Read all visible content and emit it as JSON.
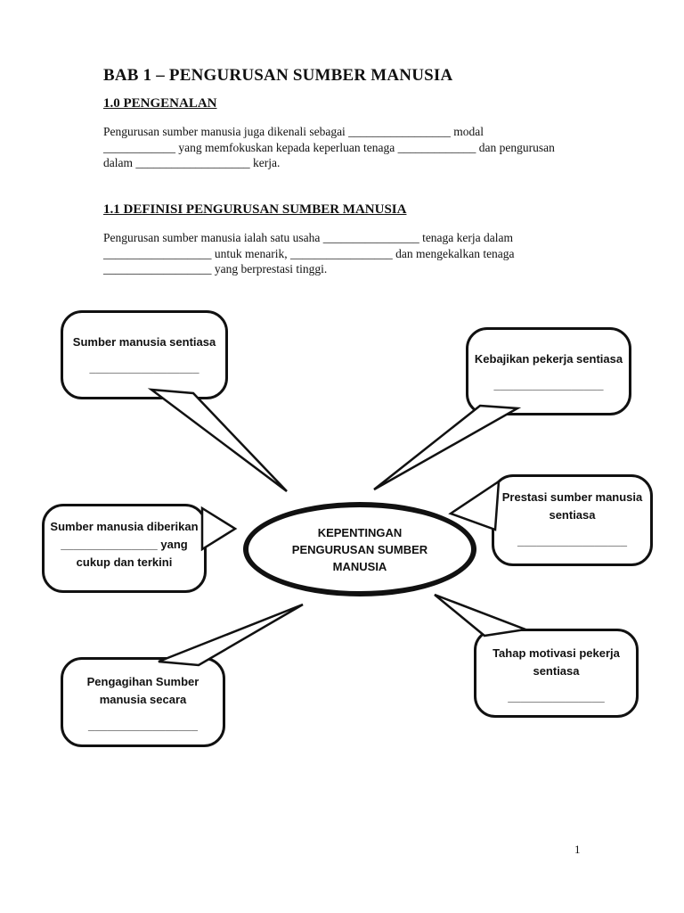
{
  "doc": {
    "title": "BAB 1 – PENGURUSAN SUMBER MANUSIA",
    "page_number": "1"
  },
  "sections": [
    {
      "heading": "1.0 PENGENALAN",
      "lines": [
        "Pengurusan sumber manusia juga dikenali sebagai _________________ modal",
        "____________ yang memfokuskan kepada keperluan tenaga _____________ dan pengurusan",
        "dalam ___________________ kerja."
      ]
    },
    {
      "heading": "1.1 DEFINISI PENGURUSAN SUMBER MANUSIA",
      "lines": [
        "Pengurusan sumber manusia ialah satu usaha ________________ tenaga kerja dalam",
        "__________________ untuk menarik, _________________ dan mengekalkan tenaga",
        "__________________ yang berprestasi tinggi."
      ]
    }
  ],
  "diagram": {
    "center": {
      "lines": [
        "KEPENTINGAN",
        "PENGURUSAN SUMBER",
        "MANUSIA"
      ]
    },
    "bubbles": [
      {
        "id": "top-left",
        "lines": [
          "Sumber manusia sentiasa",
          "_________________"
        ]
      },
      {
        "id": "top-right",
        "lines": [
          "Kebajikan pekerja sentiasa",
          "_________________"
        ]
      },
      {
        "id": "right",
        "lines": [
          "Prestasi sumber manusia",
          "sentiasa",
          "_________________"
        ]
      },
      {
        "id": "left",
        "lines": [
          "Sumber manusia diberikan",
          "_______________ yang",
          "cukup dan terkini"
        ]
      },
      {
        "id": "bottom-left",
        "lines": [
          "Pengagihan Sumber",
          "manusia secara",
          "_________________"
        ]
      },
      {
        "id": "bottom-right",
        "lines": [
          "Tahap motivasi pekerja",
          "sentiasa",
          "_______________"
        ]
      }
    ]
  }
}
